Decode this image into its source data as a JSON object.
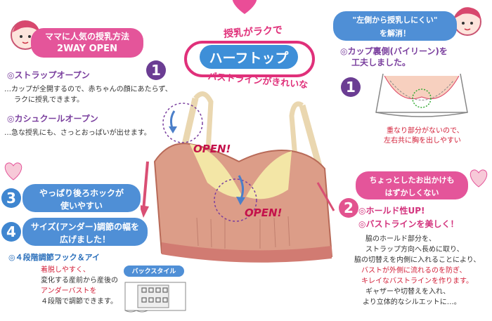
{
  "center_title": {
    "line1": "授乳がラクで",
    "main": "ハーフトップ",
    "line2": "バストラインがきれいな"
  },
  "left_top": {
    "pill_line1": "ママに人気の授乳方法",
    "pill_line2": "2WAY OPEN",
    "badge": "1",
    "strap_title": "◎ストラップオープン",
    "strap_desc1": "…カップが全開するので、赤ちゃんの顔にあたらず、",
    "strap_desc2": "ラクに授乳できます。",
    "cashcool_title": "◎カシュクールオープン",
    "cashcool_desc": "…急な授乳にも、さっとおっぱいが出せます。"
  },
  "right_top": {
    "pill_line1": "\"左側から授乳しにくい\"",
    "pill_line2": "を解消！",
    "title_line1": "◎カップ裏側(バイリーン)を",
    "title_line2": "工夫しました。",
    "badge": "1",
    "note_line1": "重なり部分がないので、",
    "note_line2": "左右共に胸を出しやすい"
  },
  "open_labels": {
    "open1": "OPEN!",
    "open2": "OPEN!"
  },
  "left_bottom": {
    "badge3": "3",
    "pill3_line1": "やっぱり後ろホックが",
    "pill3_line2": "使いやすい",
    "badge4": "4",
    "pill4_line1": "サイズ(アンダー)調節の幅を",
    "pill4_line2": "広げました！",
    "hook_title": "◎４段階調節フック＆アイ",
    "hook_desc1": "着脱しやすく、",
    "hook_desc2": "変化する産前から産後の",
    "hook_desc3": "アンダーバストを",
    "hook_desc4": "４段階で調節できます。",
    "back_label": "バックスタイル"
  },
  "right_bottom": {
    "pill_line1": "ちょっとしたお出かけも",
    "pill_line2": "はずかしくない",
    "badge": "2",
    "hold_title": "◎ホールド性UP!",
    "bust_title": "◎バストラインを美しく！",
    "desc1": "脇のホールド部分を、",
    "desc2": "ストラップ方向へ長めに取り、",
    "desc3": "脇の切替えを内側に入れることにより、",
    "desc4": "バストが外側に流れるのを防ぎ、",
    "desc5": "キレイなバストラインを作ります。",
    "desc6": "ギャザーや切替えを入れ、",
    "desc7": "より立体的なシルエットに…。"
  },
  "colors": {
    "pink": "#e4559a",
    "blue": "#4f8fd6",
    "purple": "#6b3d93",
    "red": "#d3213a",
    "bra_body": "#dd9e8a",
    "lace": "#f3e6a6"
  }
}
